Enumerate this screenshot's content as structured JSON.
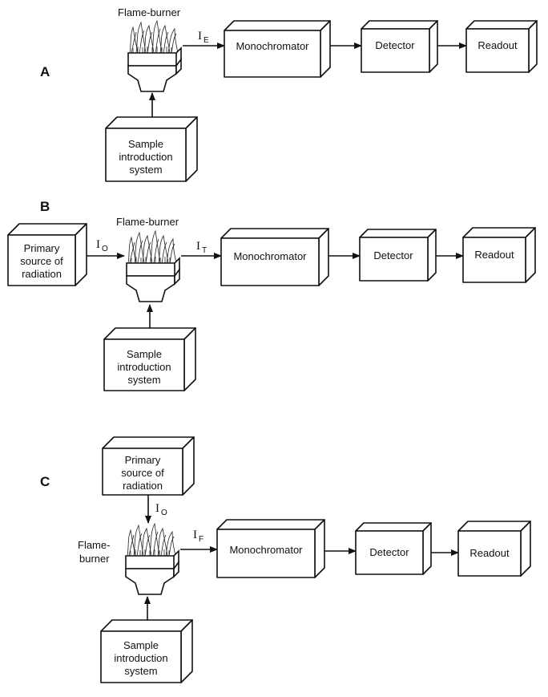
{
  "panels": {
    "a": {
      "letter": "A",
      "flame_label": "Flame-burner",
      "intensity_symbol": "I",
      "intensity_sub": "E",
      "monochromator": "Monochromator",
      "detector": "Detector",
      "readout": "Readout",
      "sample_lines": [
        "Sample",
        "introduction",
        "system"
      ]
    },
    "b": {
      "letter": "B",
      "flame_label": "Flame-burner",
      "source_lines": [
        "Primary",
        "source of",
        "radiation"
      ],
      "source_intensity_symbol": "I",
      "source_intensity_sub": "O",
      "intensity_symbol": "I",
      "intensity_sub": "T",
      "monochromator": "Monochromator",
      "detector": "Detector",
      "readout": "Readout",
      "sample_lines": [
        "Sample",
        "introduction",
        "system"
      ]
    },
    "c": {
      "letter": "C",
      "flame_label_lines": [
        "Flame-",
        "burner"
      ],
      "source_lines": [
        "Primary",
        "source of",
        "radiation"
      ],
      "source_intensity_symbol": "I",
      "source_intensity_sub": "O",
      "intensity_symbol": "I",
      "intensity_sub": "F",
      "monochromator": "Monochromator",
      "detector": "Detector",
      "readout": "Readout",
      "sample_lines": [
        "Sample",
        "introduction",
        "system"
      ]
    }
  },
  "colors": {
    "ink": "#111111",
    "background": "#ffffff"
  }
}
